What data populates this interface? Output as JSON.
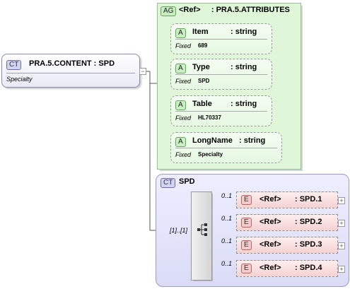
{
  "root": {
    "badge": "CT",
    "title": "PRA.5.CONTENT : SPD",
    "description": "Specialty"
  },
  "attribute_group": {
    "badge": "AG",
    "title": "<Ref>     : PRA.5.ATTRIBUTES",
    "attributes": [
      {
        "badge": "A",
        "name": "Item",
        "type": ": string",
        "fixed_label": "Fixed",
        "fixed_value": "689"
      },
      {
        "badge": "A",
        "name": "Type",
        "type": ": string",
        "fixed_label": "Fixed",
        "fixed_value": "SPD"
      },
      {
        "badge": "A",
        "name": "Table",
        "type": ": string",
        "fixed_label": "Fixed",
        "fixed_value": "HL70337"
      },
      {
        "badge": "A",
        "name": "LongName",
        "type": ": string",
        "fixed_label": "Fixed",
        "fixed_value": "Specialty"
      }
    ]
  },
  "complex_type": {
    "badge": "CT",
    "title": "SPD",
    "sequence_occurrence": "[1]..[1]",
    "elements": [
      {
        "badge": "E",
        "ref": "<Ref>",
        "name": ": SPD.1",
        "occurrence": "0..1"
      },
      {
        "badge": "E",
        "ref": "<Ref>",
        "name": ": SPD.2",
        "occurrence": "0..1"
      },
      {
        "badge": "E",
        "ref": "<Ref>",
        "name": ": SPD.3",
        "occurrence": "0..1"
      },
      {
        "badge": "E",
        "ref": "<Ref>",
        "name": ": SPD.4",
        "occurrence": "0..1"
      }
    ]
  },
  "icons": {
    "collapse": "minus-icon",
    "expand": "plus-icon",
    "sequence": "sequence-icon"
  }
}
